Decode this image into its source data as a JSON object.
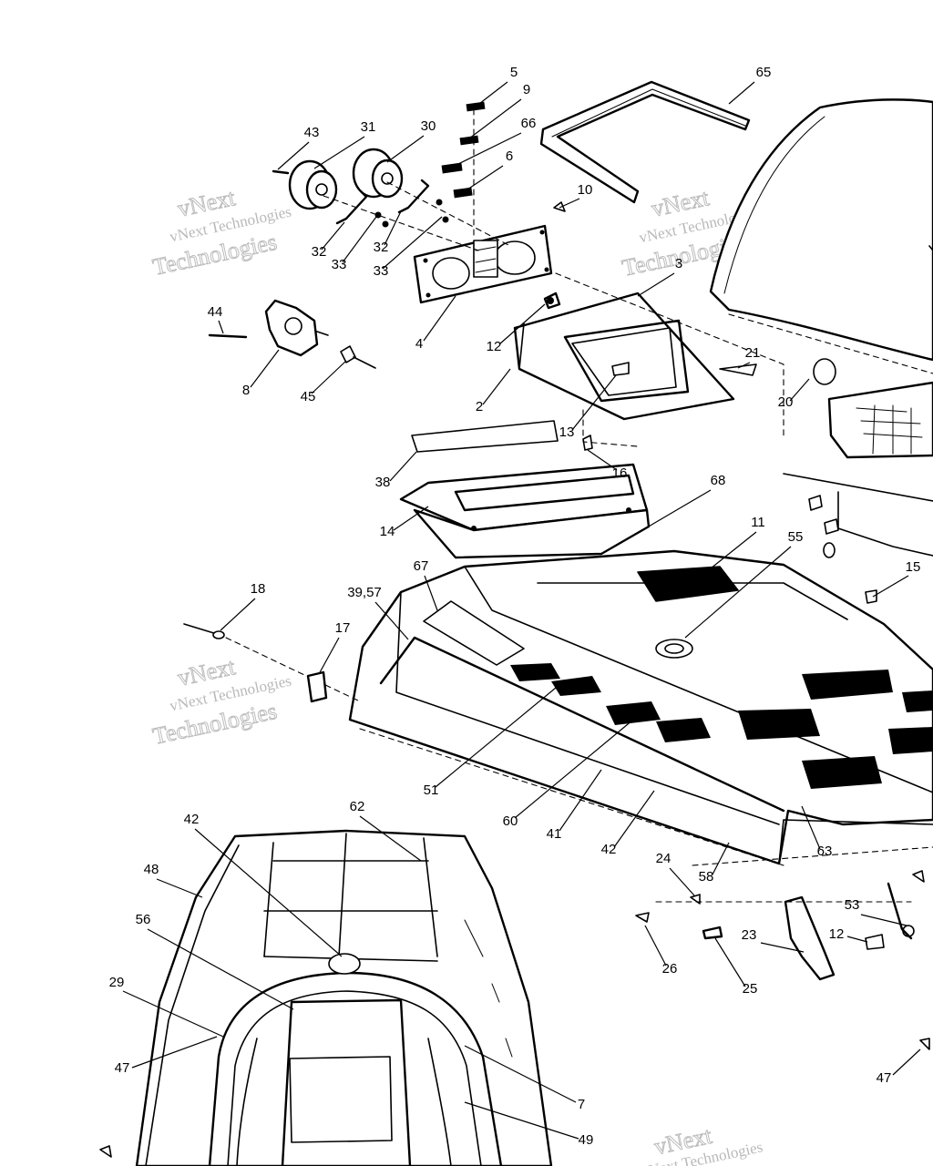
{
  "watermark": {
    "brand": "vNext",
    "line1": "vNext Technologies",
    "line2": "Technologies"
  },
  "callouts": [
    "5",
    "9",
    "66",
    "6",
    "65",
    "43",
    "31",
    "30",
    "10",
    "3",
    "32",
    "33",
    "32",
    "33",
    "4",
    "44",
    "8",
    "45",
    "12",
    "2",
    "21",
    "13",
    "20",
    "16",
    "38",
    "68",
    "14",
    "11",
    "55",
    "15",
    "18",
    "67",
    "39,57",
    "17",
    "51",
    "60",
    "41",
    "42",
    "63",
    "58",
    "24",
    "62",
    "42",
    "48",
    "56",
    "53",
    "23",
    "12",
    "26",
    "25",
    "29",
    "47",
    "7",
    "49",
    "47"
  ],
  "colors": {
    "ink": "#000000",
    "paper": "#ffffff",
    "watermark": "#bbbbbb"
  }
}
